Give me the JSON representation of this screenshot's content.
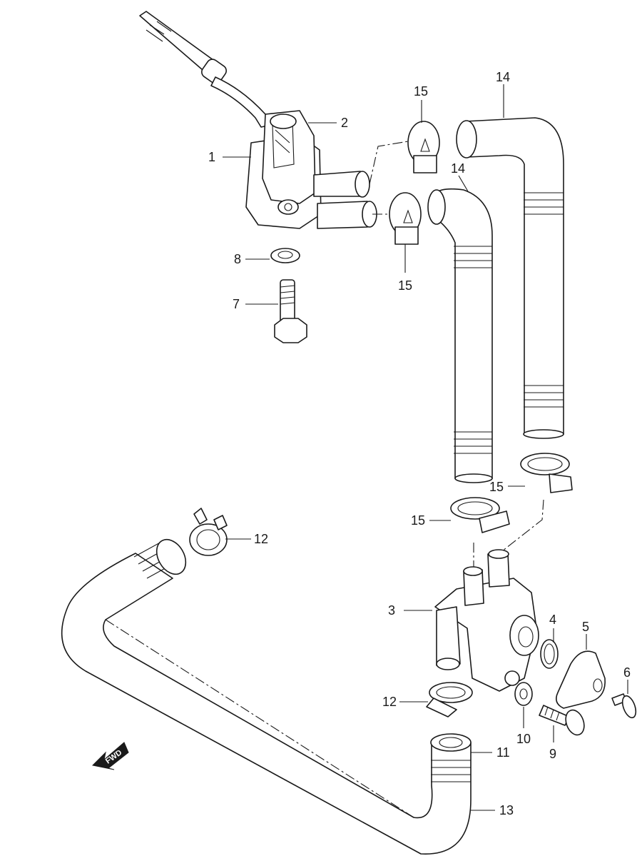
{
  "callouts": {
    "p1": "1",
    "p2": "2",
    "p3": "3",
    "p4": "4",
    "p5": "5",
    "p6": "6",
    "p7": "7",
    "p8": "8",
    "p9": "9",
    "p10": "10",
    "p11": "11",
    "p12a": "12",
    "p12b": "12",
    "p13": "13",
    "p14a": "14",
    "p14b": "14",
    "p15a": "15",
    "p15b": "15",
    "p15c": "15",
    "p15d": "15"
  },
  "fwd_label": "FWD"
}
